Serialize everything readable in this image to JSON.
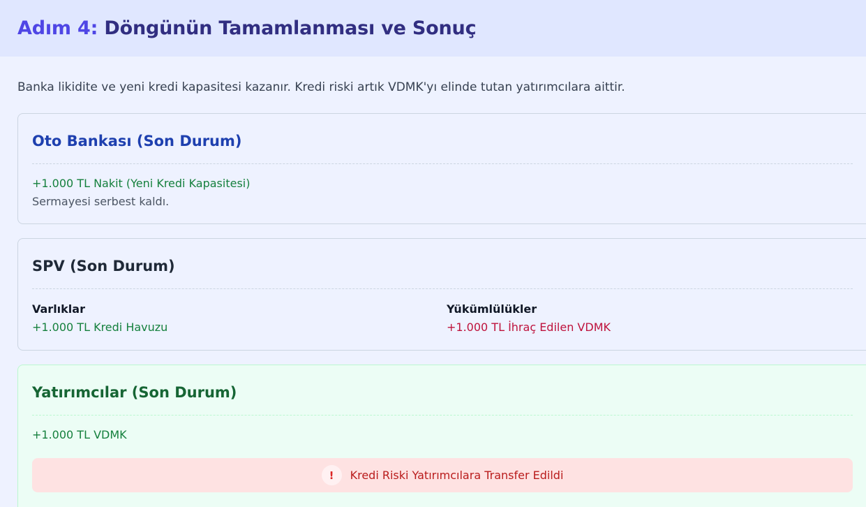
{
  "header": {
    "step": "Adım 4:",
    "title": "Döngünün Tamamlanması ve Sonuç"
  },
  "intro": "Banka likidite ve yeni kredi kapasitesi kazanır. Kredi riski artık VDMK'yı elinde tutan yatırımcılara aittir.",
  "bank_card": {
    "title": "Oto Bankası (Son Durum)",
    "line1": "+1.000 TL Nakit (Yeni Kredi Kapasitesi)",
    "line2": "Sermayesi serbest kaldı."
  },
  "spv_card": {
    "title": "SPV (Son Durum)",
    "assets_label": "Varlıklar",
    "assets_value": "+1.000 TL Kredi Havuzu",
    "liabilities_label": "Yükümlülükler",
    "liabilities_value": "+1.000 TL İhraç Edilen VDMK"
  },
  "investor_card": {
    "title": "Yatırımcılar (Son Durum)",
    "line1": "+1.000 TL VDMK",
    "alert_icon": "!",
    "alert_text": "Kredi Riski Yatırımcılara Transfer Edildi"
  },
  "colors": {
    "header_bg": "#e0e7ff",
    "page_bg": "#eef2ff",
    "positive": "#15803d",
    "negative": "#be123c",
    "alert_bg": "#fee2e2"
  }
}
